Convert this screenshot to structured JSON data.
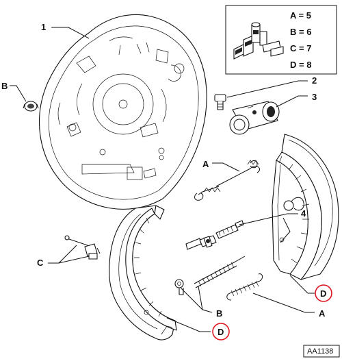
{
  "callouts": {
    "c1": "1",
    "c2": "2",
    "c3": "3",
    "c4": "4",
    "b_top": "B",
    "a_mid": "A",
    "c_left": "C",
    "b_bottom": "B",
    "d_bottom": "D",
    "d_right": "D",
    "a_right": "A"
  },
  "legend": [
    {
      "text": "A = 5"
    },
    {
      "text": "B = 6"
    },
    {
      "text": "C = 7"
    },
    {
      "text": "D = 8"
    }
  ],
  "reference": "AA1138",
  "colors": {
    "ink": "#111111",
    "highlight": "#e0141e"
  }
}
